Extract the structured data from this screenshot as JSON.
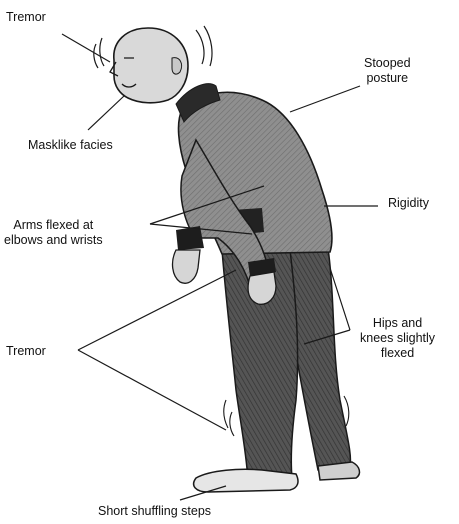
{
  "labels": {
    "tremor_head": "Tremor",
    "masklike_facies": "Masklike facies",
    "stooped_posture": [
      "Stooped",
      "posture"
    ],
    "rigidity": "Rigidity",
    "arms_flexed": [
      "Arms flexed at",
      "elbows and wrists"
    ],
    "tremor_limbs": "Tremor",
    "hips_knees": [
      "Hips and",
      "knees slightly",
      "flexed"
    ],
    "short_steps": "Short shuffling steps"
  },
  "colors": {
    "ink": "#1a1a1a",
    "shirt": "#9a9a9a",
    "trousers": "#5c5c5c",
    "skin": "#d2d2d2",
    "background": "#ffffff"
  }
}
